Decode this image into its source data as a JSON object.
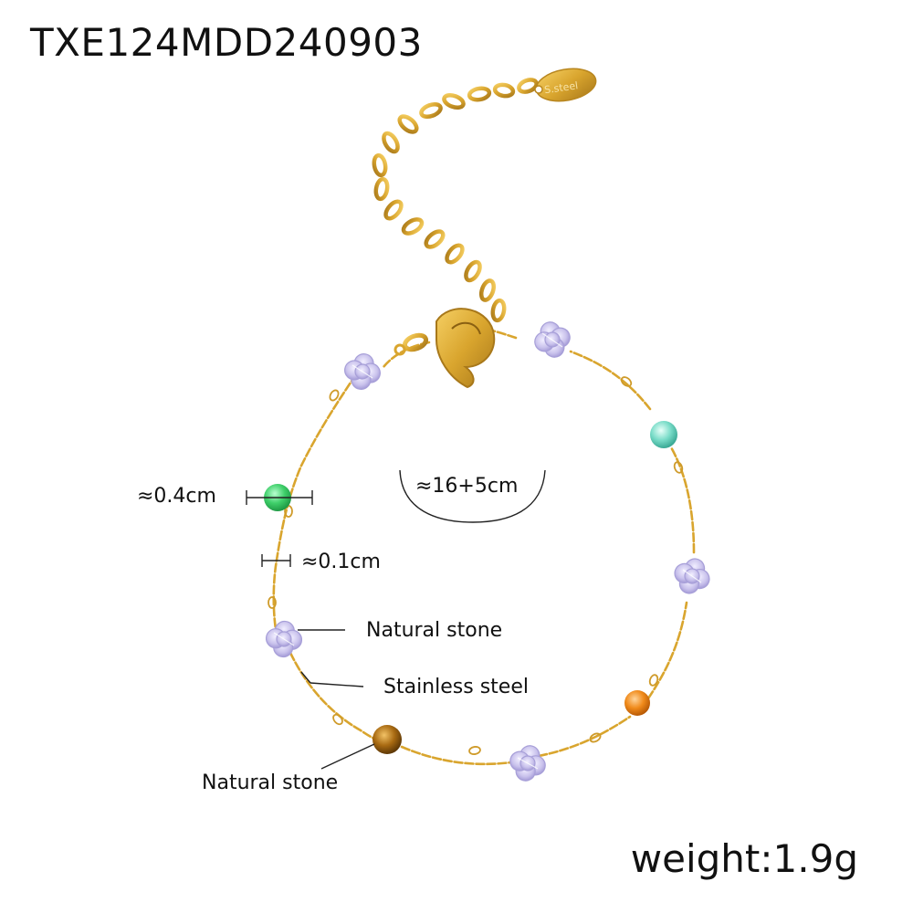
{
  "product": {
    "code": "TXE124MDD240903",
    "weight": "weight:1.9g",
    "tag_text": "S.steel"
  },
  "labels": {
    "bead_size": "≈0.4cm",
    "link_size": "≈0.1cm",
    "length": "≈16+5cm",
    "natural_stone_upper": "Natural stone",
    "stainless_steel": "Stainless steel",
    "natural_stone_lower": "Natural stone"
  },
  "colors": {
    "gold": "#d9a52e",
    "gold_dark": "#a8781a",
    "lavender": "#c9c2ec",
    "lavender_dark": "#9d93d3",
    "green_stone": "#3fcf6a",
    "mint_stone": "#79dcc8",
    "orange_stone": "#f08a1a",
    "tiger_eye": "#a86a12"
  }
}
